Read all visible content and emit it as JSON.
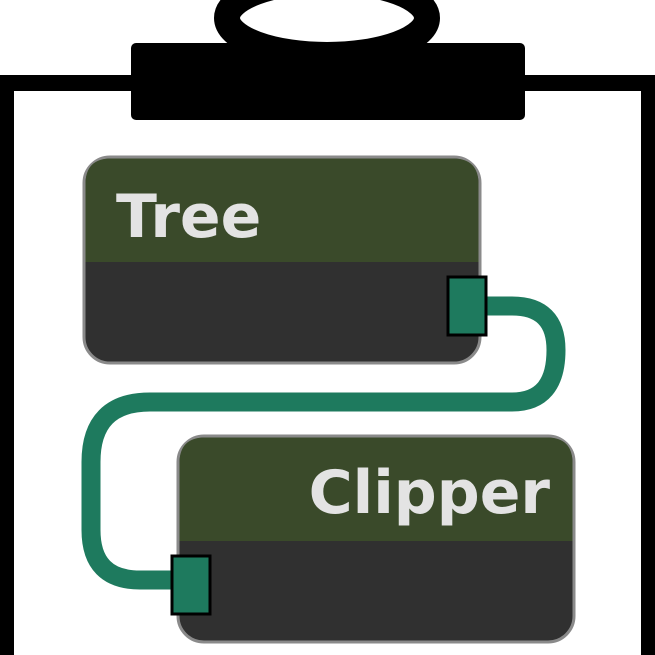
{
  "icon": "clipboard-node-graph-icon",
  "colors": {
    "outline": "#000000",
    "paper": "#ffffff",
    "node_header": "#3a4a2a",
    "node_body": "#303030",
    "node_border": "#8a8a8a",
    "socket": "#1e7a5e",
    "wire": "#1e7a5e",
    "title_text": "#e3e3e3"
  },
  "nodes": [
    {
      "id": "tree",
      "label": "Tree"
    },
    {
      "id": "clipper",
      "label": "Clipper"
    }
  ],
  "links": [
    {
      "from": "tree",
      "to": "clipper"
    }
  ]
}
